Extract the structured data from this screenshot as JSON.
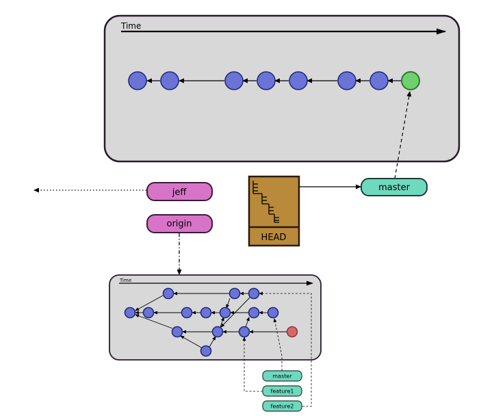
{
  "top_timeline": {
    "time_label": "Time"
  },
  "bottom_timeline": {
    "time_label": "Time"
  },
  "head": {
    "label": "HEAD"
  },
  "refs": {
    "master": "master",
    "jeff": "jeff",
    "origin": "origin"
  },
  "bottom_refs": {
    "master": "master",
    "feature1": "feature1",
    "feature2": "feature2"
  },
  "colors": {
    "commit": "#6b74d6",
    "head_commit": "#70d070",
    "new_commit": "#d86868",
    "branch_ref": "#6fd9be",
    "remote_ref": "#d874c8",
    "head_box": "#b98a3a",
    "timeline_box": "#d8d8d8"
  }
}
